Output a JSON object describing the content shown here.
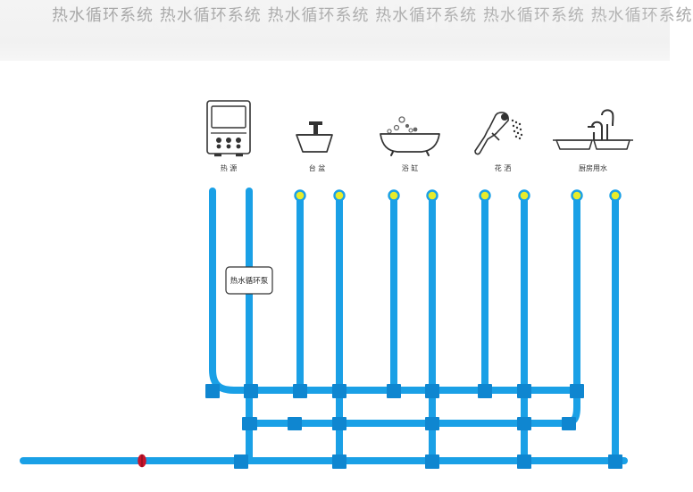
{
  "header_strip": {
    "text": "热水循环系统 热水循环系统 热水循环系统 热水循环系统 热水循环系统 热水循环系统"
  },
  "fixtures": [
    {
      "label": "热 源",
      "icon": "water-heater-icon"
    },
    {
      "label": "台 盆",
      "icon": "basin-icon"
    },
    {
      "label": "浴 缸",
      "icon": "bathtub-icon"
    },
    {
      "label": "花 洒",
      "icon": "shower-head-icon"
    },
    {
      "label": "厨房用水",
      "icon": "kitchen-sink-icon"
    }
  ],
  "pump": {
    "label": "热水循环泵"
  },
  "colors": {
    "pipe": "#1aa0e6",
    "pipe_dark": "#1190d8",
    "fitting": "#0f86d0",
    "cap": "#e7ec2b",
    "valve": "#c8142b",
    "icon": "#333333",
    "bubble": "#666666"
  }
}
